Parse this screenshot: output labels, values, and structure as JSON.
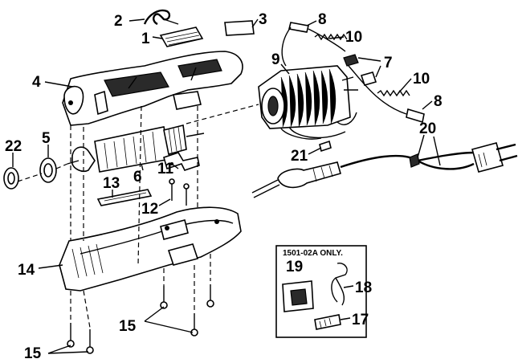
{
  "diagram": {
    "callouts": {
      "c1": "1",
      "c2": "2",
      "c3": "3",
      "c4": "4",
      "c5": "5",
      "c6": "6",
      "c7": "7",
      "c8a": "8",
      "c8b": "8",
      "c9": "9",
      "c10a": "10",
      "c10b": "10",
      "c11": "11",
      "c12": "12",
      "c13": "13",
      "c14": "14",
      "c15a": "15",
      "c15b": "15",
      "c17": "17",
      "c18": "18",
      "c19": "19",
      "c20": "20",
      "c21": "21",
      "c22": "22"
    },
    "inset_title": "1501-02A ONLY."
  }
}
